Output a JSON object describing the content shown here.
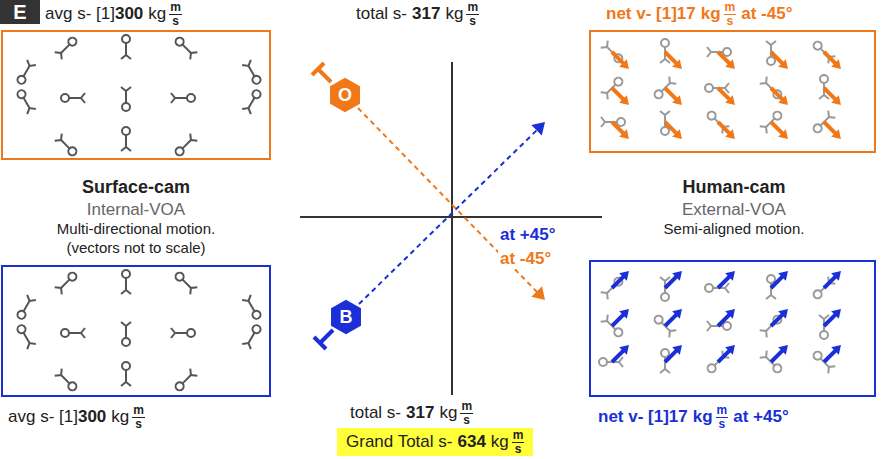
{
  "diagram": {
    "nodes": [
      {
        "text": [
          "E"
        ]
      },
      {
        "text": [
          "O"
        ]
      },
      {
        "text": [
          "B"
        ]
      },
      {
        "text": [
          "Grand Total s-",
          "634",
          "kg",
          "m",
          "s"
        ]
      }
    ],
    "labels": [
      "avg s- [1]",
      "300",
      "kg",
      "m",
      "s",
      "total s-",
      "317",
      "kg",
      "m",
      "s",
      "net v- [1]17",
      "kg",
      "m",
      "s",
      "at -45°",
      "Surface-cam",
      "Internal-VOA",
      "Multi-directional motion.",
      "(vectors not to scale)",
      "Human-cam",
      "External-VOA",
      "Semi-aligned motion.",
      "at +45°",
      "at -45°",
      "total s-",
      "317",
      "kg",
      "m",
      "s",
      "avg s- [1]",
      "300",
      "kg",
      "m",
      "s",
      "net v- [1]17",
      "kg",
      "m",
      "s",
      "at +45°"
    ]
  }
}
